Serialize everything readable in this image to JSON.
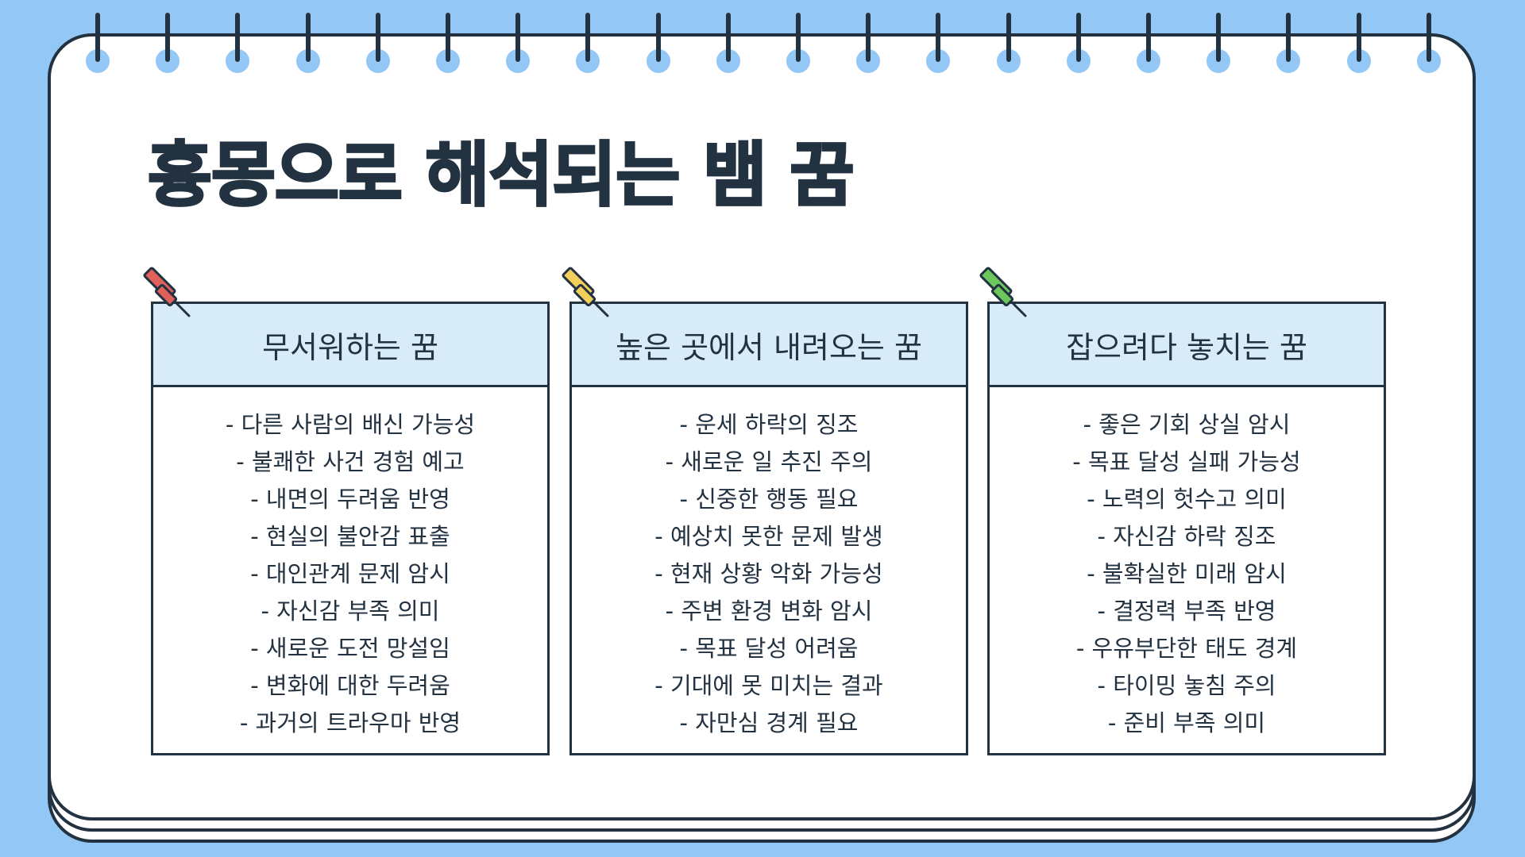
{
  "title": "흉몽으로 해석되는 뱀 꿈",
  "colors": {
    "background": "#93C7F6",
    "ink": "#233241",
    "card_header": "#D8EBF8",
    "pin_red": "#E0605B",
    "pin_yellow": "#F2CE5B",
    "pin_green": "#6CC75C"
  },
  "cards": [
    {
      "heading": "무서워하는 꿈",
      "pin_color": "#E0605B",
      "items": [
        "- 다른 사람의 배신 가능성",
        "- 불쾌한 사건 경험 예고",
        "- 내면의 두려움 반영",
        "- 현실의 불안감 표출",
        "- 대인관계 문제 암시",
        "- 자신감 부족 의미",
        "- 새로운 도전 망설임",
        "- 변화에 대한 두려움",
        "- 과거의 트라우마 반영"
      ]
    },
    {
      "heading": "높은 곳에서 내려오는 꿈",
      "pin_color": "#F2CE5B",
      "items": [
        "- 운세 하락의 징조",
        "- 새로운 일 추진 주의",
        "- 신중한 행동 필요",
        "- 예상치 못한 문제 발생",
        "- 현재 상황 악화 가능성",
        "- 주변 환경 변화 암시",
        "- 목표 달성 어려움",
        "- 기대에 못 미치는 결과",
        "- 자만심 경계 필요"
      ]
    },
    {
      "heading": "잡으려다 놓치는 꿈",
      "pin_color": "#6CC75C",
      "items": [
        "- 좋은 기회 상실 암시",
        "- 목표 달성 실패 가능성",
        "- 노력의 헛수고 의미",
        "- 자신감 하락 징조",
        "- 불확실한 미래 암시",
        "- 결정력 부족 반영",
        "- 우유부단한 태도 경계",
        "- 타이밍 놓침 주의",
        "- 준비 부족 의미"
      ]
    }
  ]
}
